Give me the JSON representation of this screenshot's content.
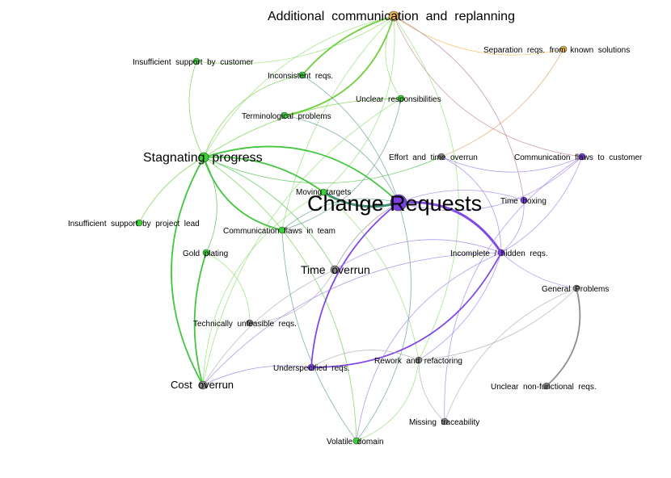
{
  "diagram": {
    "type": "network-graph",
    "nodes": [
      {
        "id": "change_requests",
        "label": "Change Requests",
        "color": "#7b3fe4",
        "size": "xl"
      },
      {
        "id": "additional_communication",
        "label": "Additional  communication  and  replanning",
        "color": "#f0b84a",
        "size": "l"
      },
      {
        "id": "stagnating_progress",
        "label": "Stagnating  progress",
        "color": "#39d435",
        "size": "l"
      },
      {
        "id": "time_overrun",
        "label": "Time  overrun",
        "color": "#888888",
        "size": "m"
      },
      {
        "id": "cost_overrun",
        "label": "Cost  overrun",
        "color": "#888888",
        "size": "m"
      },
      {
        "id": "insufficient_support_customer",
        "label": "Insufficient  support  by  customer",
        "color": "#39d435",
        "size": "s"
      },
      {
        "id": "inconsistent_reqs",
        "label": "Inconsistent  reqs.",
        "color": "#39d435",
        "size": "s"
      },
      {
        "id": "unclear_responsibilities",
        "label": "Unclear  responsibilities",
        "color": "#39d435",
        "size": "s"
      },
      {
        "id": "separation_reqs",
        "label": "Separation  reqs.  from  known  solutions",
        "color": "#f0b84a",
        "size": "s"
      },
      {
        "id": "terminological_problems",
        "label": "Terminological  problems",
        "color": "#39d435",
        "size": "s"
      },
      {
        "id": "effort_time_overrun",
        "label": "Effort  and  time  overrun",
        "color": "#888888",
        "size": "s"
      },
      {
        "id": "communication_flaws_customer",
        "label": "Communication  flaws  to  customer",
        "color": "#7b3fe4",
        "size": "s"
      },
      {
        "id": "moving_targets",
        "label": "Moving  targets",
        "color": "#39d435",
        "size": "s"
      },
      {
        "id": "time_boxing",
        "label": "Time  boxing",
        "color": "#7b3fe4",
        "size": "s"
      },
      {
        "id": "insufficient_support_lead",
        "label": "Insufficient  support  by  project  lead",
        "color": "#39d435",
        "size": "s"
      },
      {
        "id": "communication_flaws_team",
        "label": "Communication  flaws  in  team",
        "color": "#39d435",
        "size": "s"
      },
      {
        "id": "gold_plating",
        "label": "Gold  plating",
        "color": "#39d435",
        "size": "s"
      },
      {
        "id": "incomplete_hidden_reqs",
        "label": "Incomplete  /  hidden  reqs.",
        "color": "#7b3fe4",
        "size": "s"
      },
      {
        "id": "general_problems",
        "label": "General  Problems",
        "color": "#888888",
        "size": "s"
      },
      {
        "id": "technically_unfeasible_reqs",
        "label": "Technically  unfeasible  reqs.",
        "color": "#888888",
        "size": "s"
      },
      {
        "id": "underspecified_reqs",
        "label": "Underspecified  reqs.",
        "color": "#7b3fe4",
        "size": "s"
      },
      {
        "id": "rework_refactoring",
        "label": "Rework  and  refactoring",
        "color": "#888888",
        "size": "s"
      },
      {
        "id": "unclear_nonfunctional_reqs",
        "label": "Unclear  non-functional  reqs.",
        "color": "#888888",
        "size": "s"
      },
      {
        "id": "missing_traceability",
        "label": "Missing  traceability",
        "color": "#888888",
        "size": "s"
      },
      {
        "id": "volatile_domain",
        "label": "Volatile  domain",
        "color": "#39d435",
        "size": "s"
      }
    ],
    "edges": [
      {
        "from": "additional_communication",
        "to": "separation_reqs",
        "color": "#f0b84a",
        "weight": 1
      },
      {
        "from": "separation_reqs",
        "to": "effort_time_overrun",
        "color": "#e0a060",
        "weight": 1
      },
      {
        "from": "additional_communication",
        "to": "communication_flaws_customer",
        "color": "#c08080",
        "weight": 1
      },
      {
        "from": "additional_communication",
        "to": "time_boxing",
        "color": "#b07a9a",
        "weight": 1
      },
      {
        "from": "additional_communication",
        "to": "inconsistent_reqs",
        "color": "#66cc33",
        "weight": 2
      },
      {
        "from": "additional_communication",
        "to": "terminological_problems",
        "color": "#66cc33",
        "weight": 2
      },
      {
        "from": "additional_communication",
        "to": "stagnating_progress",
        "color": "#88dd66",
        "weight": 1
      },
      {
        "from": "additional_communication",
        "to": "insufficient_support_customer",
        "color": "#88dd66",
        "weight": 1
      },
      {
        "from": "additional_communication",
        "to": "unclear_responsibilities",
        "color": "#88dd66",
        "weight": 1
      },
      {
        "from": "additional_communication",
        "to": "moving_targets",
        "color": "#88dd66",
        "weight": 1
      },
      {
        "from": "additional_communication",
        "to": "communication_flaws_team",
        "color": "#88dd66",
        "weight": 1
      },
      {
        "from": "additional_communication",
        "to": "rework_refactoring",
        "color": "#88dd66",
        "weight": 1
      },
      {
        "from": "insufficient_support_customer",
        "to": "stagnating_progress",
        "color": "#66cc33",
        "weight": 1
      },
      {
        "from": "inconsistent_reqs",
        "to": "change_requests",
        "color": "#5a9a8a",
        "weight": 1
      },
      {
        "from": "inconsistent_reqs",
        "to": "stagnating_progress",
        "color": "#66cc33",
        "weight": 1
      },
      {
        "from": "terminological_problems",
        "to": "change_requests",
        "color": "#5a9a8a",
        "weight": 1
      },
      {
        "from": "unclear_responsibilities",
        "to": "stagnating_progress",
        "color": "#66cc33",
        "weight": 1
      },
      {
        "from": "unclear_responsibilities",
        "to": "communication_flaws_team",
        "color": "#5a9a8a",
        "weight": 1
      },
      {
        "from": "unclear_responsibilities",
        "to": "cost_overrun",
        "color": "#88dd66",
        "weight": 1
      },
      {
        "from": "stagnating_progress",
        "to": "moving_targets",
        "color": "#39c235",
        "weight": 2
      },
      {
        "from": "stagnating_progress",
        "to": "communication_flaws_team",
        "color": "#39c235",
        "weight": 2
      },
      {
        "from": "stagnating_progress",
        "to": "gold_plating",
        "color": "#39c235",
        "weight": 1
      },
      {
        "from": "stagnating_progress",
        "to": "insufficient_support_lead",
        "color": "#66cc33",
        "weight": 1
      },
      {
        "from": "stagnating_progress",
        "to": "change_requests",
        "color": "#39c235",
        "weight": 2
      },
      {
        "from": "stagnating_progress",
        "to": "effort_time_overrun",
        "color": "#39c235",
        "weight": 1
      },
      {
        "from": "stagnating_progress",
        "to": "time_overrun",
        "color": "#39c235",
        "weight": 1
      },
      {
        "from": "stagnating_progress",
        "to": "cost_overrun",
        "color": "#39c235",
        "weight": 2
      },
      {
        "from": "stagnating_progress",
        "to": "volatile_domain",
        "color": "#66cc33",
        "weight": 1
      },
      {
        "from": "gold_plating",
        "to": "cost_overrun",
        "color": "#39c235",
        "weight": 2
      },
      {
        "from": "gold_plating",
        "to": "technically_unfeasible_reqs",
        "color": "#88dd66",
        "weight": 1
      },
      {
        "from": "moving_targets",
        "to": "change_requests",
        "color": "#3a8a70",
        "weight": 3
      },
      {
        "from": "moving_targets",
        "to": "rework_refactoring",
        "color": "#88dd66",
        "weight": 1
      },
      {
        "from": "moving_targets",
        "to": "cost_overrun",
        "color": "#88dd66",
        "weight": 1
      },
      {
        "from": "communication_flaws_team",
        "to": "change_requests",
        "color": "#5a9a8a",
        "weight": 1
      },
      {
        "from": "communication_flaws_team",
        "to": "volatile_domain",
        "color": "#5a9a8a",
        "weight": 1
      },
      {
        "from": "change_requests",
        "to": "incomplete_hidden_reqs",
        "color": "#7b3fe4",
        "weight": 3
      },
      {
        "from": "change_requests",
        "to": "underspecified_reqs",
        "color": "#7b3fe4",
        "weight": 2
      },
      {
        "from": "change_requests",
        "to": "time_boxing",
        "color": "#9b7ae8",
        "weight": 1
      },
      {
        "from": "change_requests",
        "to": "communication_flaws_customer",
        "color": "#9b7ae8",
        "weight": 1
      },
      {
        "from": "change_requests",
        "to": "volatile_domain",
        "color": "#5a9a8a",
        "weight": 1
      },
      {
        "from": "change_requests",
        "to": "time_overrun",
        "color": "#888888",
        "weight": 1
      },
      {
        "from": "effort_time_overrun",
        "to": "incomplete_hidden_reqs",
        "color": "#9b7ae8",
        "weight": 1
      },
      {
        "from": "effort_time_overrun",
        "to": "communication_flaws_customer",
        "color": "#9b7ae8",
        "weight": 1
      },
      {
        "from": "communication_flaws_customer",
        "to": "incomplete_hidden_reqs",
        "color": "#9b7ae8",
        "weight": 1
      },
      {
        "from": "communication_flaws_customer",
        "to": "missing_traceability",
        "color": "#9b7ae8",
        "weight": 1
      },
      {
        "from": "time_boxing",
        "to": "incomplete_hidden_reqs",
        "color": "#9b7ae8",
        "weight": 1
      },
      {
        "from": "incomplete_hidden_reqs",
        "to": "general_problems",
        "color": "#9b7ae8",
        "weight": 1
      },
      {
        "from": "incomplete_hidden_reqs",
        "to": "underspecified_reqs",
        "color": "#7b3fe4",
        "weight": 2
      },
      {
        "from": "incomplete_hidden_reqs",
        "to": "cost_overrun",
        "color": "#9b7ae8",
        "weight": 1
      },
      {
        "from": "incomplete_hidden_reqs",
        "to": "rework_refactoring",
        "color": "#9b7ae8",
        "weight": 1
      },
      {
        "from": "incomplete_hidden_reqs",
        "to": "volatile_domain",
        "color": "#9b7ae8",
        "weight": 1
      },
      {
        "from": "time_overrun",
        "to": "incomplete_hidden_reqs",
        "color": "#9b7ae8",
        "weight": 1
      },
      {
        "from": "time_overrun",
        "to": "cost_overrun",
        "color": "#aaaaaa",
        "weight": 1
      },
      {
        "from": "general_problems",
        "to": "unclear_nonfunctional_reqs",
        "color": "#888888",
        "weight": 2
      },
      {
        "from": "general_problems",
        "to": "missing_traceability",
        "color": "#aaaaaa",
        "weight": 1
      },
      {
        "from": "general_problems",
        "to": "rework_refactoring",
        "color": "#aaaaaa",
        "weight": 1
      },
      {
        "from": "technically_unfeasible_reqs",
        "to": "time_overrun",
        "color": "#aaaaaa",
        "weight": 1
      },
      {
        "from": "underspecified_reqs",
        "to": "rework_refactoring",
        "color": "#aaaaaa",
        "weight": 1
      },
      {
        "from": "underspecified_reqs",
        "to": "cost_overrun",
        "color": "#9b7ae8",
        "weight": 1
      },
      {
        "from": "rework_refactoring",
        "to": "volatile_domain",
        "color": "#88dd66",
        "weight": 1
      },
      {
        "from": "rework_refactoring",
        "to": "missing_traceability",
        "color": "#aaaaaa",
        "weight": 1
      }
    ]
  }
}
